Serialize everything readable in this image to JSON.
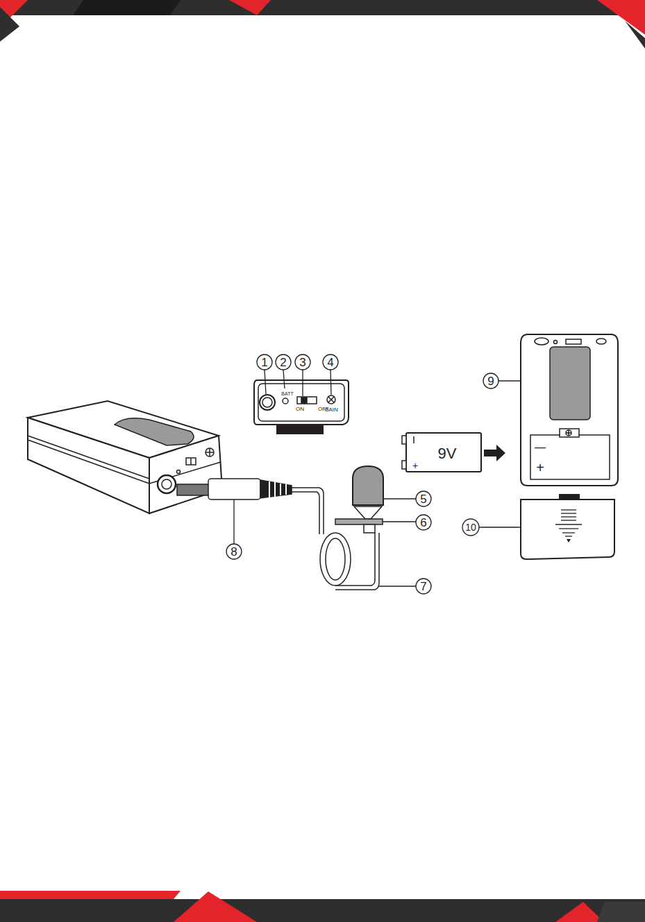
{
  "diagram": {
    "labels": [
      "1",
      "2",
      "3",
      "4",
      "BATT",
      "ON",
      "OFF",
      "GAIN",
      "9V",
      "+",
      "—",
      "+",
      "5",
      "6",
      "7",
      "8",
      "9",
      "10"
    ]
  }
}
